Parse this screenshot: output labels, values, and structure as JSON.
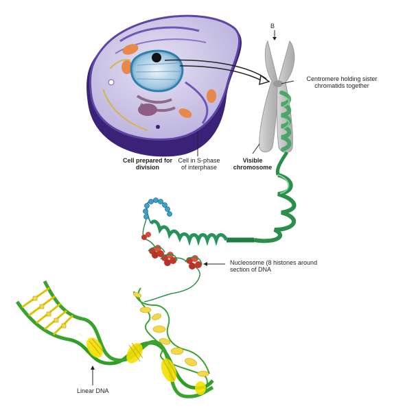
{
  "labels": {
    "cell_prepared": "Cell prepared for division",
    "cell_s_phase": "Cell in S-phase of interphase",
    "visible_chromosome": "Visible chromosome",
    "b_marker": "B",
    "centromere": "Centromere holding sister chromatids together",
    "nucleosome": "Nucleosome (8 histones around section of DNA",
    "linear_dna": "Linear DNA"
  },
  "colors": {
    "cell_membrane": "#4b2f8f",
    "cytoplasm": "#c9c4e6",
    "nucleus": "#3a8fbf",
    "chromosome": "#c9c9c9",
    "chromatin": "#2e9e54",
    "nucleosome": "#c0392b",
    "dna_strand": "#3aa32e",
    "dna_base": "#f2e000"
  }
}
